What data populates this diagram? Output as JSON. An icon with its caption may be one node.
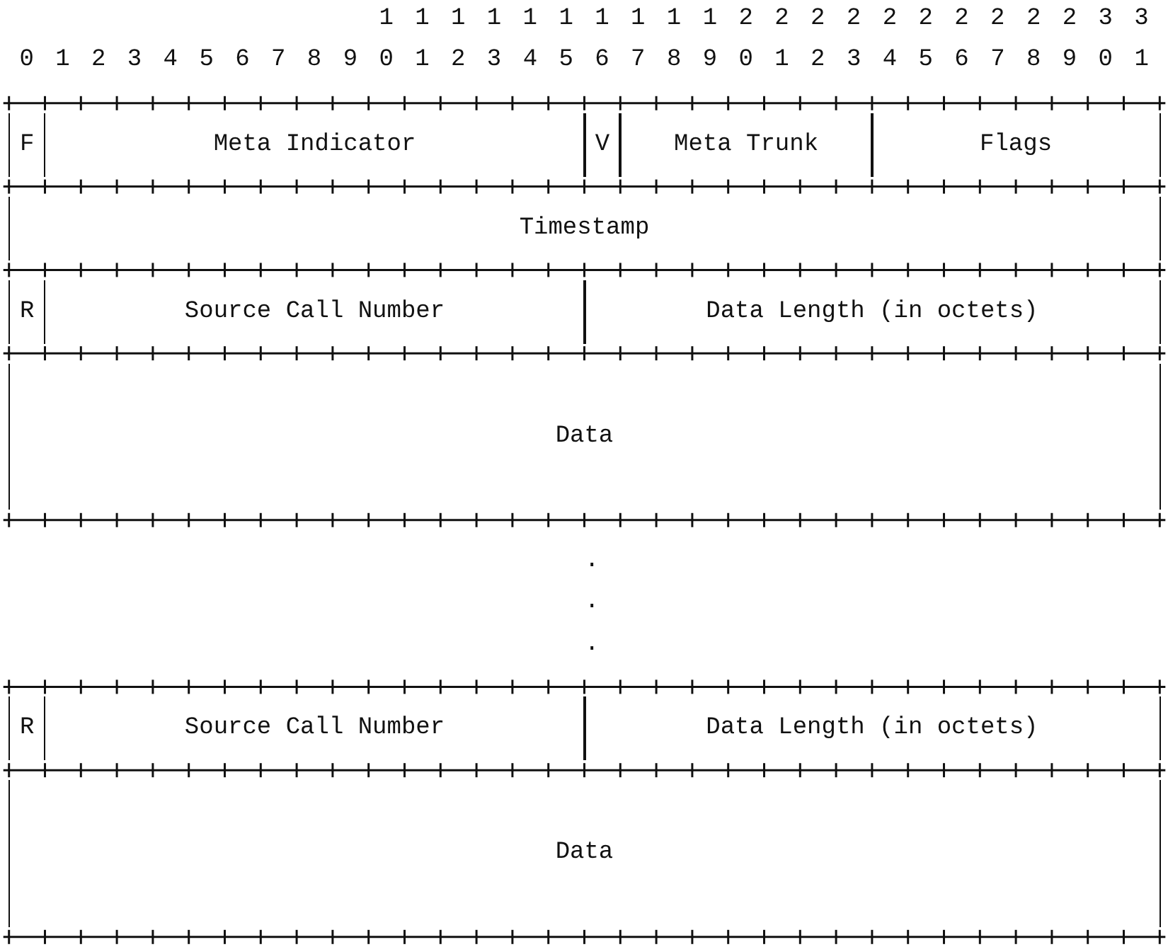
{
  "diagram": {
    "nodes": [
      {
        "text": [
          "F"
        ]
      },
      {
        "text": [
          "Meta Indicator"
        ]
      },
      {
        "text": [
          "V"
        ]
      },
      {
        "text": [
          "Meta Trunk"
        ]
      },
      {
        "text": [
          "Flags"
        ]
      },
      {
        "text": [
          "Timestamp"
        ]
      },
      {
        "text": [
          "R"
        ]
      },
      {
        "text": [
          "Source Call Number"
        ]
      },
      {
        "text": [
          "Data Length (in octets)"
        ]
      },
      {
        "text": [
          "Data"
        ]
      },
      {
        "text": [
          "R"
        ]
      },
      {
        "text": [
          "Source Call Number"
        ]
      },
      {
        "text": [
          "Data Length (in octets)"
        ]
      },
      {
        "text": [
          "Data"
        ]
      }
    ],
    "labels": [
      "1 1 1 1 1 1 1 1 1 1 2 2 2 2 2 2 2 2 2 2 3 3",
      "0 1 2 3 4 5 6 7 8 9 0 1 2 3 4 5 6 7 8 9 0 1 2 3 4 5 6 7 8 9 0 1",
      ".",
      ".",
      "."
    ]
  }
}
